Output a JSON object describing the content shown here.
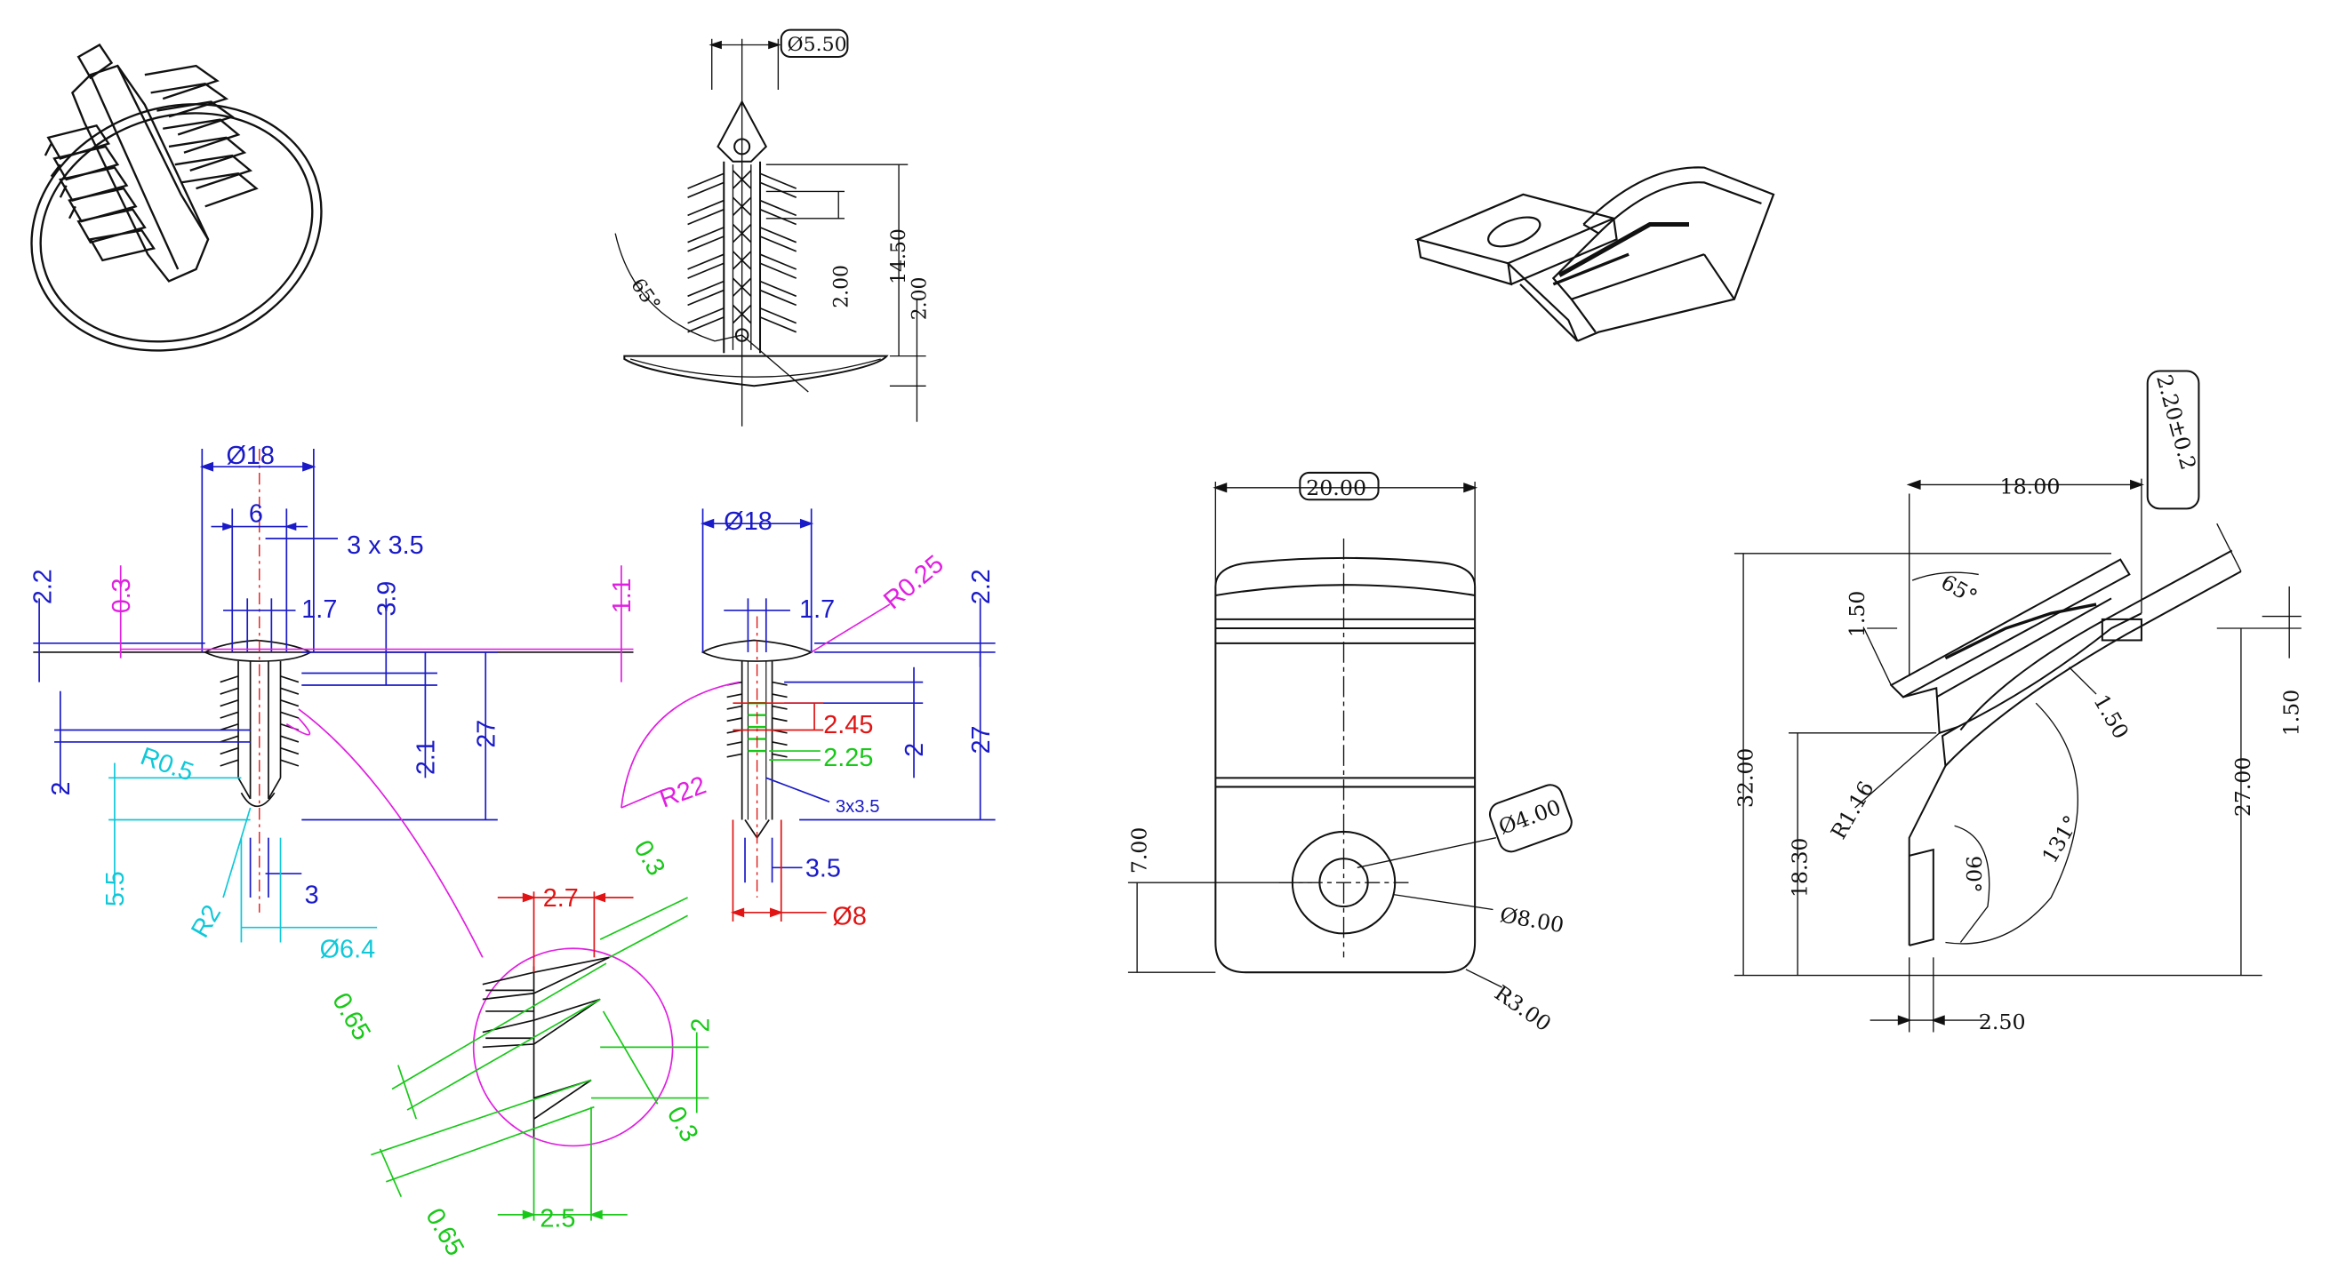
{
  "colors": {
    "ink": "#111111",
    "blue": "#1a1ac8",
    "magenta": "#e020e0",
    "cyan": "#10c8d8",
    "red": "#e01414",
    "green": "#18c818"
  },
  "clip_side": {
    "dia_top": "Ø5.50",
    "h_total": "14.50",
    "pitch": "2.00",
    "bottom": "2.00",
    "angle": "65°"
  },
  "clip_front": {
    "dia": "Ø18",
    "w6": "6",
    "slots": "3 x 3.5",
    "w17": "1.7",
    "h22": "2.2",
    "h03": "0.3",
    "h39": "3.9",
    "h11": "1.1",
    "h21": "2.1",
    "h27": "27",
    "h2": "2",
    "r05": "R0.5",
    "h55": "5.5",
    "r2": "R2",
    "w3": "3",
    "d64": "Ø6.4"
  },
  "clip_section": {
    "dia": "Ø18",
    "w17": "1.7",
    "r025": "R0.25",
    "h22": "2.2",
    "h245": "2.45",
    "h2": "2",
    "h225": "2.25",
    "h27": "27",
    "r22": "R22",
    "slots": "3x3.5",
    "w35": "3.5",
    "d8": "Ø8"
  },
  "detail": {
    "w27": "2.7",
    "t03a": "0.3",
    "p065a": "0.65",
    "h2": "2",
    "t03b": "0.3",
    "w25": "2.5",
    "p065b": "0.65"
  },
  "bracket_front": {
    "width": "20.00",
    "hole_inner": "Ø4.00",
    "hole_outer": "Ø8.00",
    "h7": "7.00",
    "r3": "R3.00"
  },
  "bracket_side": {
    "w18": "18.00",
    "thick": "2.20±0.2",
    "t150a": "1.50",
    "ang65": "65°",
    "t150b": "1.50",
    "h32": "32.00",
    "h1830": "18.30",
    "r116": "R1.16",
    "ang131": "131°",
    "ang90": "90°",
    "h27": "27.00",
    "h150c": "1.50",
    "w250": "2.50"
  }
}
